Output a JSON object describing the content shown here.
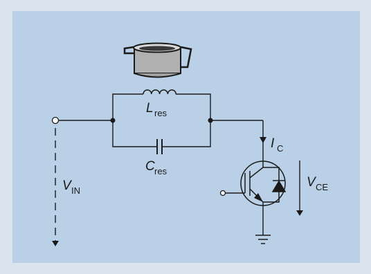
{
  "colors": {
    "frame": "#d9e4ef",
    "panel": "#b9d0e6",
    "wire": "#1a1a1a",
    "pot": "#a8a8a8"
  },
  "icons": {
    "pot": "cooking-pot-icon",
    "inductor": "inductor-symbol",
    "capacitor": "capacitor-symbol",
    "igbt": "igbt-symbol",
    "diode": "diode-symbol",
    "ground": "ground-symbol"
  },
  "labels": {
    "inductor": {
      "main": "L",
      "sub": "res"
    },
    "capacitor": {
      "main": "C",
      "sub": "res"
    },
    "input_voltage": {
      "main": "V",
      "sub": "IN"
    },
    "collector_current": {
      "main": "I",
      "sub": "C"
    },
    "collector_emitter_voltage": {
      "main": "V",
      "sub": "CE"
    }
  }
}
